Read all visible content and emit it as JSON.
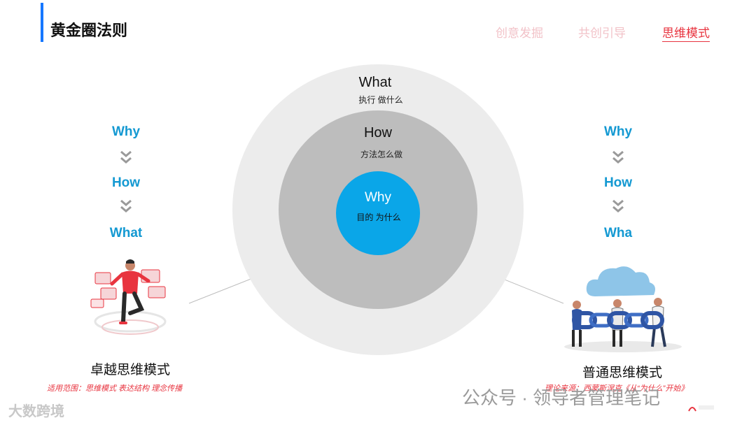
{
  "header": {
    "title": "黄金圈法则",
    "tabs": [
      {
        "label": "创意发掘",
        "active": false
      },
      {
        "label": "共创引导",
        "active": false
      },
      {
        "label": "思维模式",
        "active": true
      }
    ]
  },
  "golden_circle": {
    "outer": {
      "label": "What",
      "sub": "执行  做什么"
    },
    "middle": {
      "label": "How",
      "sub": "方法怎么做"
    },
    "inner": {
      "label": "Why",
      "sub": "目的  为什么"
    }
  },
  "left_panel": {
    "steps": [
      "Why",
      "How",
      "What"
    ],
    "caption": "卓越思维模式",
    "note": "适用范围：思维模式 表达结构 理念传播"
  },
  "right_panel": {
    "steps": [
      "Why",
      "How",
      "Wha"
    ],
    "caption": "普通思维模式",
    "note": "理论来源：西蒙斯涅克《从“为什么”开始》"
  },
  "watermarks": {
    "left": "大数跨境",
    "right": "公众号 · 领导者管理笔记"
  },
  "colors": {
    "accent_blue": "#1677ff",
    "step_blue": "#1499d2",
    "inner_circle": "#0aa6e8",
    "middle_circle": "#bdbdbd",
    "outer_circle": "#ececec",
    "red": "#e8343f"
  }
}
